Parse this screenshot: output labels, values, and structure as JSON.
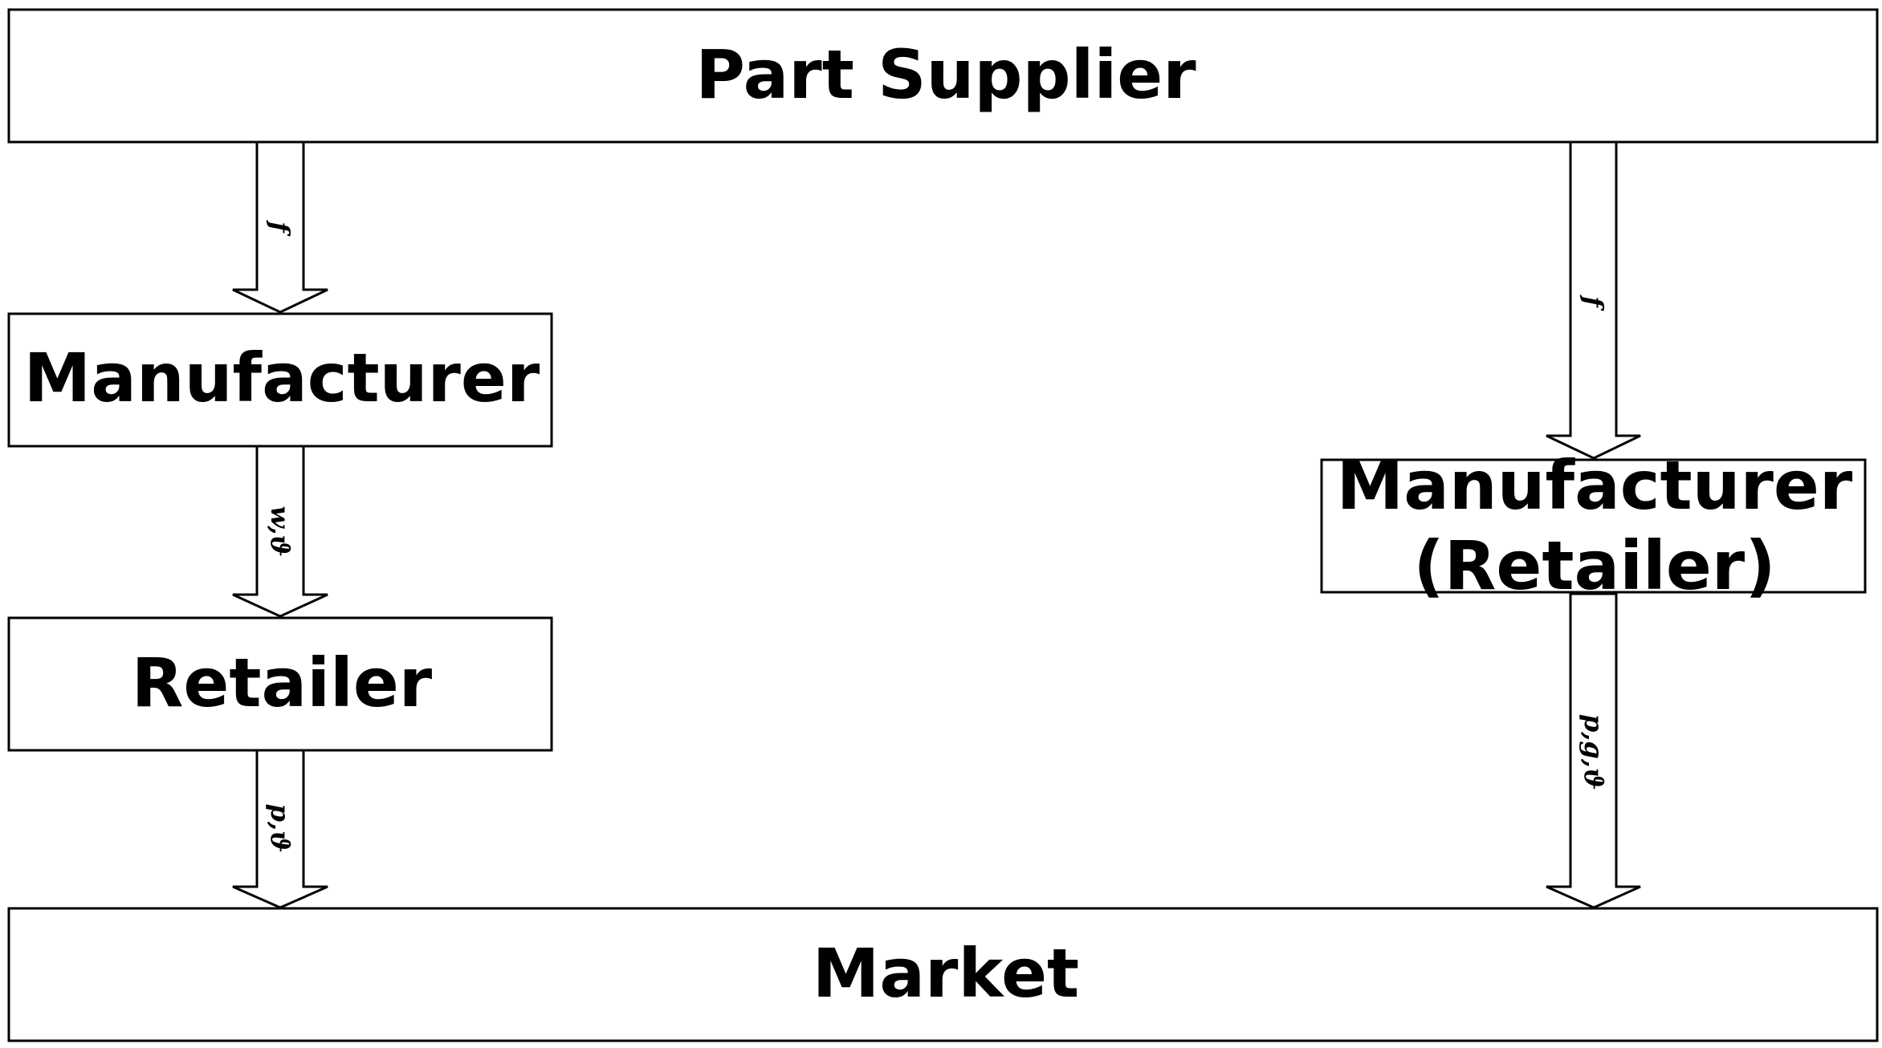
{
  "nodes": {
    "part_supplier": "Part Supplier",
    "manufacturer_left": "Manufacturer",
    "retailer": "Retailer",
    "market": "Market",
    "manufacturer_retailer_line1": "Manufacturer",
    "manufacturer_retailer_line2": "(Retailer)"
  },
  "edges": {
    "supplier_to_manufacturer": "f",
    "manufacturer_to_retailer": "w,ϑ",
    "retailer_to_market": "p,ϑ",
    "supplier_to_integrated": "f",
    "integrated_to_market": "p,g,ϑ"
  }
}
